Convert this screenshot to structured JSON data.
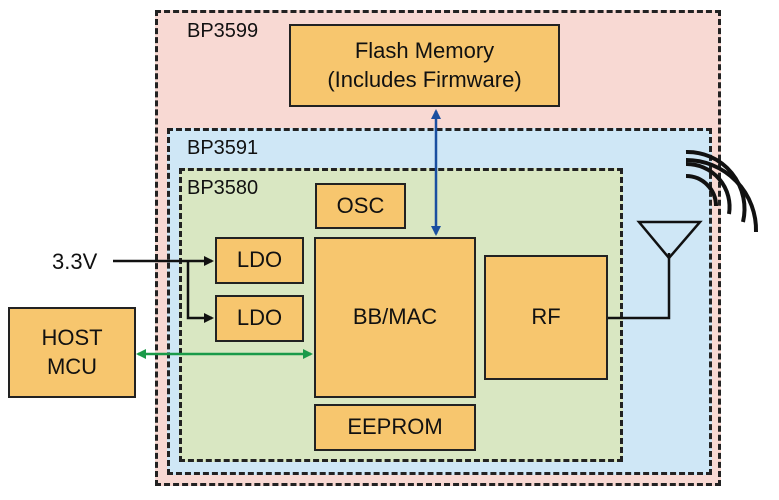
{
  "colors": {
    "bp3599_fill": "#f8d9d3",
    "bp3591_fill": "#cfe7f6",
    "bp3580_fill": "#d9e7c2",
    "block_fill": "#f7c66e",
    "blue_arrow": "#1a4fa0",
    "green_arrow": "#1a9a49"
  },
  "frames": {
    "bp3599": "BP3599",
    "bp3591": "BP3591",
    "bp3580": "BP3580"
  },
  "blocks": {
    "flash_line1": "Flash Memory",
    "flash_line2": "(Includes Firmware)",
    "osc": "OSC",
    "ldo1": "LDO",
    "ldo2": "LDO",
    "bbmac": "BB/MAC",
    "eeprom": "EEPROM",
    "rf": "RF",
    "host_line1": "HOST",
    "host_line2": "MCU"
  },
  "supply": "3.3V",
  "icons": {
    "antenna": "antenna-icon",
    "radio_waves": "radio-waves-icon"
  }
}
